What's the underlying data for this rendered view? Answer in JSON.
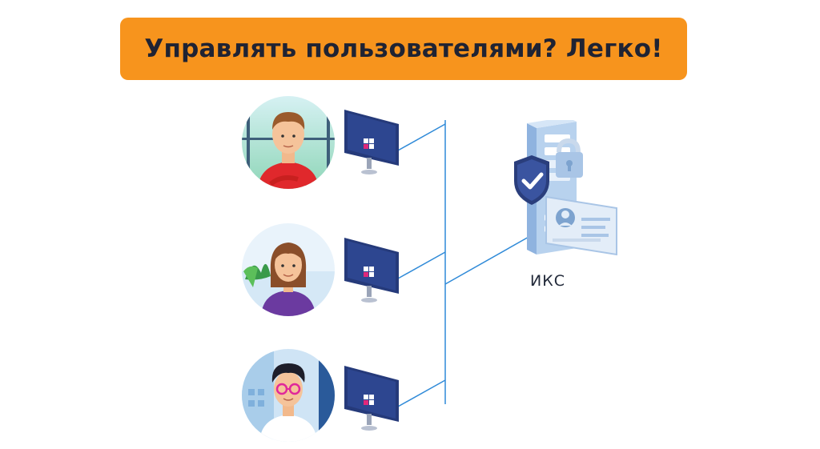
{
  "banner": {
    "title": "Управлять пользователями? Легко!",
    "background": "#f7941d"
  },
  "server": {
    "label": "ИКС",
    "icon": "server-shield-icon"
  },
  "users": [
    {
      "name": "user-1",
      "shirt": "#e0282c"
    },
    {
      "name": "user-2",
      "shirt": "#6b3aa0"
    },
    {
      "name": "user-3",
      "shirt": "#ffffff"
    }
  ],
  "colors": {
    "line": "#2f8ad8",
    "monitor": "#253a7a"
  }
}
